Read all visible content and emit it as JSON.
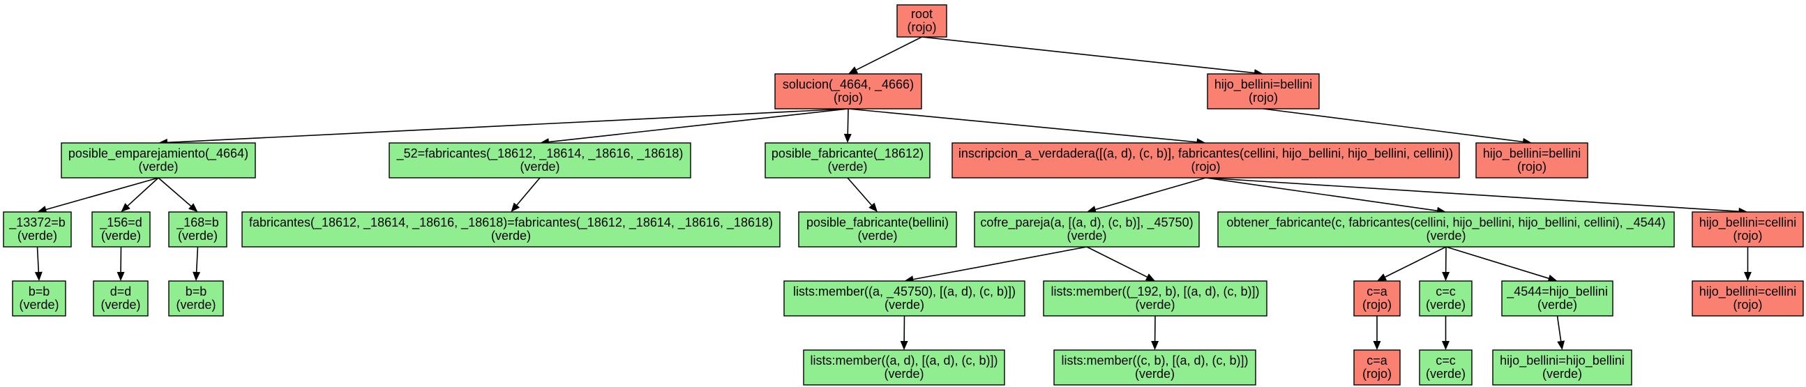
{
  "colors": {
    "rojo": "#fa8072",
    "verde": "#90ee90"
  },
  "nodes": [
    {
      "id": "root",
      "label": "root",
      "status": "(rojo)",
      "color": "rojo"
    },
    {
      "id": "solucion",
      "label": "solucion(_4664, _4666)",
      "status": "(rojo)",
      "color": "rojo"
    },
    {
      "id": "hijo_bellini_top",
      "label": "hijo_bellini=bellini",
      "status": "(rojo)",
      "color": "rojo"
    },
    {
      "id": "posible_emp",
      "label": "posible_emparejamiento(_4664)",
      "status": "(verde)",
      "color": "verde"
    },
    {
      "id": "fabricantes_52",
      "label": "_52=fabricantes(_18612, _18614, _18616, _18618)",
      "status": "(verde)",
      "color": "verde"
    },
    {
      "id": "posible_fab",
      "label": "posible_fabricante(_18612)",
      "status": "(verde)",
      "color": "verde"
    },
    {
      "id": "inscripcion",
      "label": "inscripcion_a_verdadera([(a, d), (c, b)], fabricantes(cellini, hijo_bellini, hijo_bellini, cellini))",
      "status": "(rojo)",
      "color": "rojo"
    },
    {
      "id": "hijo_bellini_r",
      "label": "hijo_bellini=bellini",
      "status": "(rojo)",
      "color": "rojo"
    },
    {
      "id": "n13372",
      "label": "_13372=b",
      "status": "(verde)",
      "color": "verde"
    },
    {
      "id": "n156",
      "label": "_156=d",
      "status": "(verde)",
      "color": "verde"
    },
    {
      "id": "n168",
      "label": "_168=b",
      "status": "(verde)",
      "color": "verde"
    },
    {
      "id": "fab_eq",
      "label": "fabricantes(_18612, _18614, _18616, _18618)=fabricantes(_18612, _18614, _18616, _18618)",
      "status": "(verde)",
      "color": "verde"
    },
    {
      "id": "pos_fab_bellini",
      "label": "posible_fabricante(bellini)",
      "status": "(verde)",
      "color": "verde"
    },
    {
      "id": "cofre",
      "label": "cofre_pareja(a, [(a, d), (c, b)], _45750)",
      "status": "(verde)",
      "color": "verde"
    },
    {
      "id": "obtener",
      "label": "obtener_fabricante(c, fabricantes(cellini, hijo_bellini, hijo_bellini, cellini), _4544)",
      "status": "(verde)",
      "color": "verde"
    },
    {
      "id": "hijo_cellini",
      "label": "hijo_bellini=cellini",
      "status": "(rojo)",
      "color": "rojo"
    },
    {
      "id": "bb1",
      "label": "b=b",
      "status": "(verde)",
      "color": "verde"
    },
    {
      "id": "dd",
      "label": "d=d",
      "status": "(verde)",
      "color": "verde"
    },
    {
      "id": "bb2",
      "label": "b=b",
      "status": "(verde)",
      "color": "verde"
    },
    {
      "id": "member1",
      "label": "lists:member((a, _45750), [(a, d), (c, b)])",
      "status": "(verde)",
      "color": "verde"
    },
    {
      "id": "member2",
      "label": "lists:member((_192, b), [(a, d), (c, b)])",
      "status": "(verde)",
      "color": "verde"
    },
    {
      "id": "ca1",
      "label": "c=a",
      "status": "(rojo)",
      "color": "rojo"
    },
    {
      "id": "cc1",
      "label": "c=c",
      "status": "(verde)",
      "color": "verde"
    },
    {
      "id": "n4544",
      "label": "_4544=hijo_bellini",
      "status": "(verde)",
      "color": "verde"
    },
    {
      "id": "hijo_cellini2",
      "label": "hijo_bellini=cellini",
      "status": "(rojo)",
      "color": "rojo"
    },
    {
      "id": "member1b",
      "label": "lists:member((a, d), [(a, d), (c, b)])",
      "status": "(verde)",
      "color": "verde"
    },
    {
      "id": "member2b",
      "label": "lists:member((c, b), [(a, d), (c, b)])",
      "status": "(verde)",
      "color": "verde"
    },
    {
      "id": "ca2",
      "label": "c=a",
      "status": "(rojo)",
      "color": "rojo"
    },
    {
      "id": "cc2",
      "label": "c=c",
      "status": "(verde)",
      "color": "verde"
    },
    {
      "id": "hb_hb",
      "label": "hijo_bellini=hijo_bellini",
      "status": "(verde)",
      "color": "verde"
    }
  ],
  "edges": [
    [
      "root",
      "solucion"
    ],
    [
      "root",
      "hijo_bellini_top"
    ],
    [
      "solucion",
      "posible_emp"
    ],
    [
      "solucion",
      "fabricantes_52"
    ],
    [
      "solucion",
      "posible_fab"
    ],
    [
      "solucion",
      "inscripcion"
    ],
    [
      "hijo_bellini_top",
      "hijo_bellini_r"
    ],
    [
      "posible_emp",
      "n13372"
    ],
    [
      "posible_emp",
      "n156"
    ],
    [
      "posible_emp",
      "n168"
    ],
    [
      "fabricantes_52",
      "fab_eq"
    ],
    [
      "posible_fab",
      "pos_fab_bellini"
    ],
    [
      "inscripcion",
      "cofre"
    ],
    [
      "inscripcion",
      "obtener"
    ],
    [
      "inscripcion",
      "hijo_cellini"
    ],
    [
      "n13372",
      "bb1"
    ],
    [
      "n156",
      "dd"
    ],
    [
      "n168",
      "bb2"
    ],
    [
      "cofre",
      "member1"
    ],
    [
      "cofre",
      "member2"
    ],
    [
      "obtener",
      "ca1"
    ],
    [
      "obtener",
      "cc1"
    ],
    [
      "obtener",
      "n4544"
    ],
    [
      "hijo_cellini",
      "hijo_cellini2"
    ],
    [
      "member1",
      "member1b"
    ],
    [
      "member2",
      "member2b"
    ],
    [
      "ca1",
      "ca2"
    ],
    [
      "cc1",
      "cc2"
    ],
    [
      "n4544",
      "hb_hb"
    ]
  ]
}
